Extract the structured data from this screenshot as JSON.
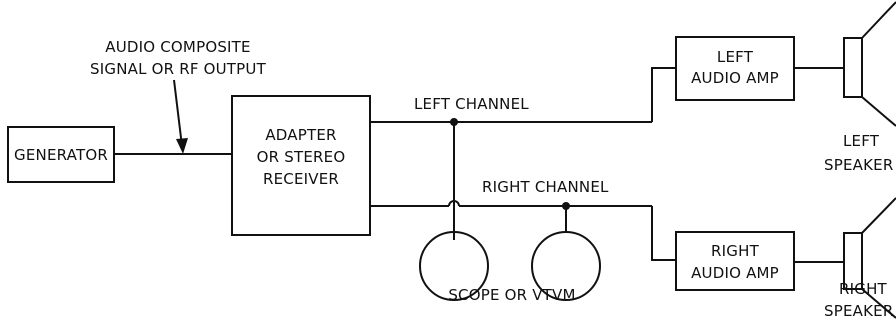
{
  "diagram": {
    "generator_label": "GENERATOR",
    "input_note": [
      "AUDIO COMPOSITE",
      "SIGNAL OR RF OUTPUT"
    ],
    "adapter_label": [
      "ADAPTER",
      "OR STEREO",
      "RECEIVER"
    ],
    "left_channel_label": "LEFT CHANNEL",
    "right_channel_label": "RIGHT CHANNEL",
    "scope_label": "SCOPE OR VTVM",
    "left_amp_label": [
      "LEFT",
      "AUDIO AMP"
    ],
    "right_amp_label": [
      "RIGHT",
      "AUDIO AMP"
    ],
    "left_speaker_label": [
      "LEFT",
      "SPEAKER"
    ],
    "right_speaker_label": [
      "RIGHT",
      "SPEAKER"
    ]
  }
}
